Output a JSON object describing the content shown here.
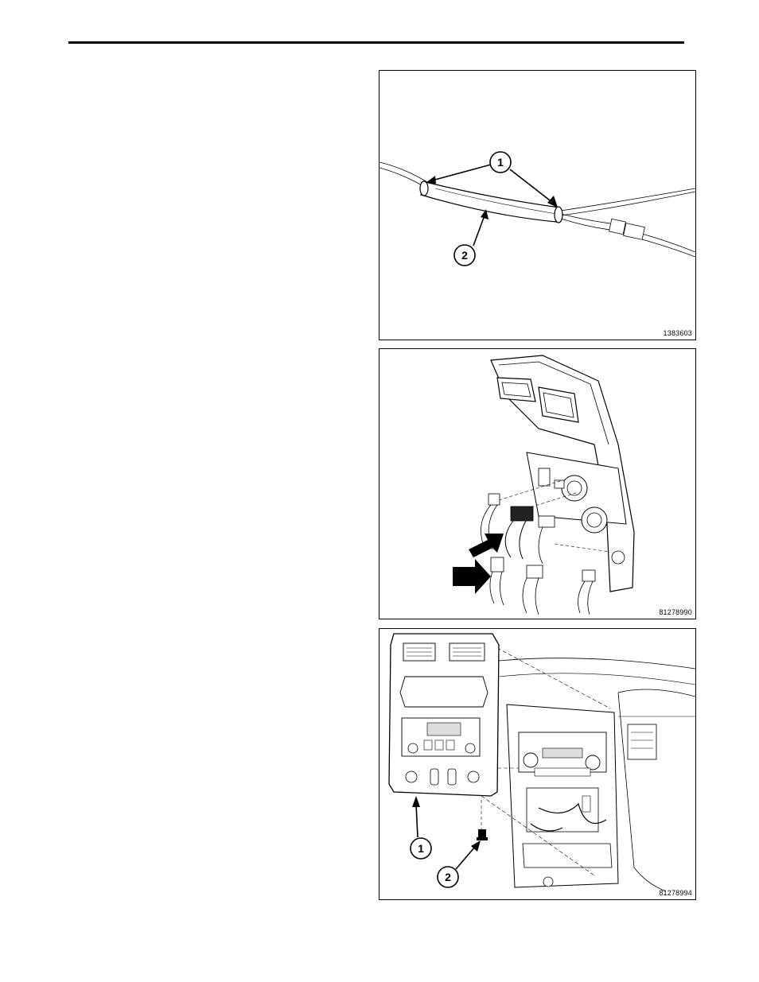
{
  "figures": [
    {
      "id": "1383603",
      "callouts": [
        "1",
        "2"
      ]
    },
    {
      "id": "81278990",
      "callouts": []
    },
    {
      "id": "81278994",
      "callouts": [
        "1",
        "2"
      ]
    }
  ]
}
